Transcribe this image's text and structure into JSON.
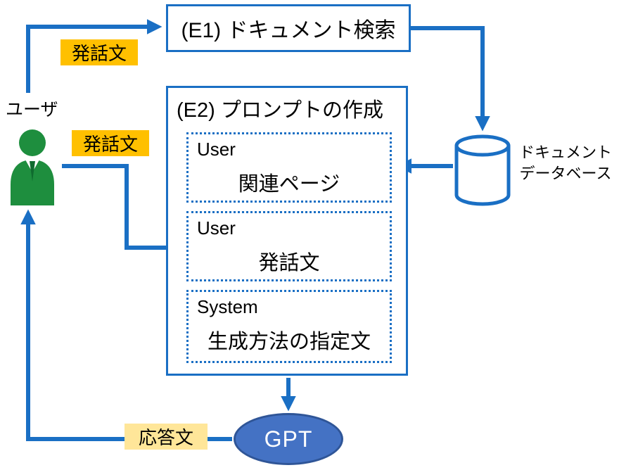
{
  "colors": {
    "accent_blue": "#1a6fc4",
    "gpt_fill": "#4472c4",
    "gpt_border": "#2f5597",
    "badge_strong": "#ffc000",
    "badge_soft": "#ffe699",
    "user_green": "#1e8e3e"
  },
  "icons": {
    "user": "user-icon",
    "database": "database-cylinder-icon"
  },
  "user": {
    "label": "ユーザ"
  },
  "e1": {
    "label": "(E1) ドキュメント検索"
  },
  "e2": {
    "title": "(E2) プロンプトの作成",
    "blocks": [
      {
        "role": "User",
        "content": "関連ページ"
      },
      {
        "role": "User",
        "content": "発話文"
      },
      {
        "role": "System",
        "content": "生成方法の指定文"
      }
    ]
  },
  "database": {
    "label_line1": "ドキュメント",
    "label_line2": "データベース"
  },
  "gpt": {
    "label": "GPT"
  },
  "badges": [
    {
      "text": "発話文"
    },
    {
      "text": "発話文"
    },
    {
      "text": "応答文"
    }
  ]
}
